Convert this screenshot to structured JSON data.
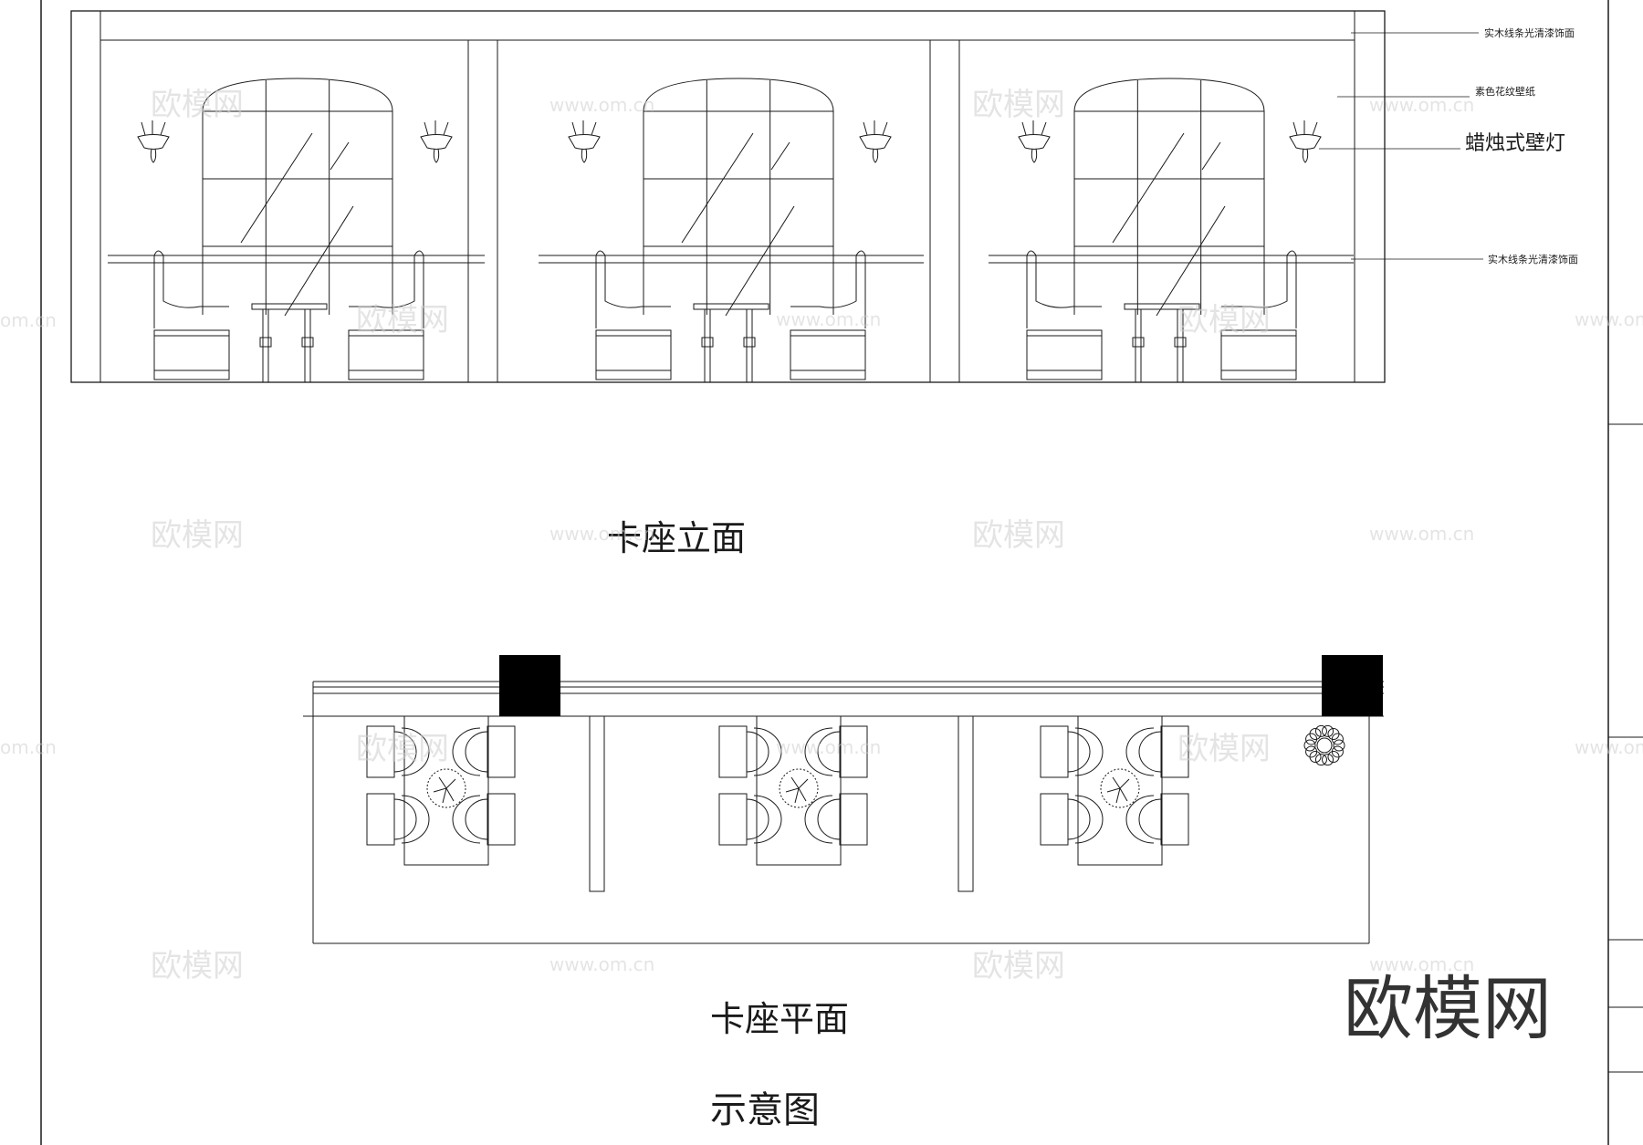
{
  "elevation": {
    "title": "卡座立面",
    "labels": {
      "top_molding": "实木线条光清漆饰面",
      "wallpaper": "素色花纹壁纸",
      "sconce": "蜡烛式壁灯",
      "chair_rail": "实木线条光清漆饰面"
    },
    "booth_count": 3
  },
  "plan": {
    "title": "卡座平面",
    "subtitle": "示意图",
    "booth_count": 3
  },
  "watermarks": {
    "brand": "欧模网",
    "url": "www.om.cn",
    "url_partial": "om.cn"
  },
  "colors": {
    "line": "#1a1a1a",
    "fill_column": "#000000",
    "watermark": "#cfcfcf",
    "logo": "#333333"
  }
}
